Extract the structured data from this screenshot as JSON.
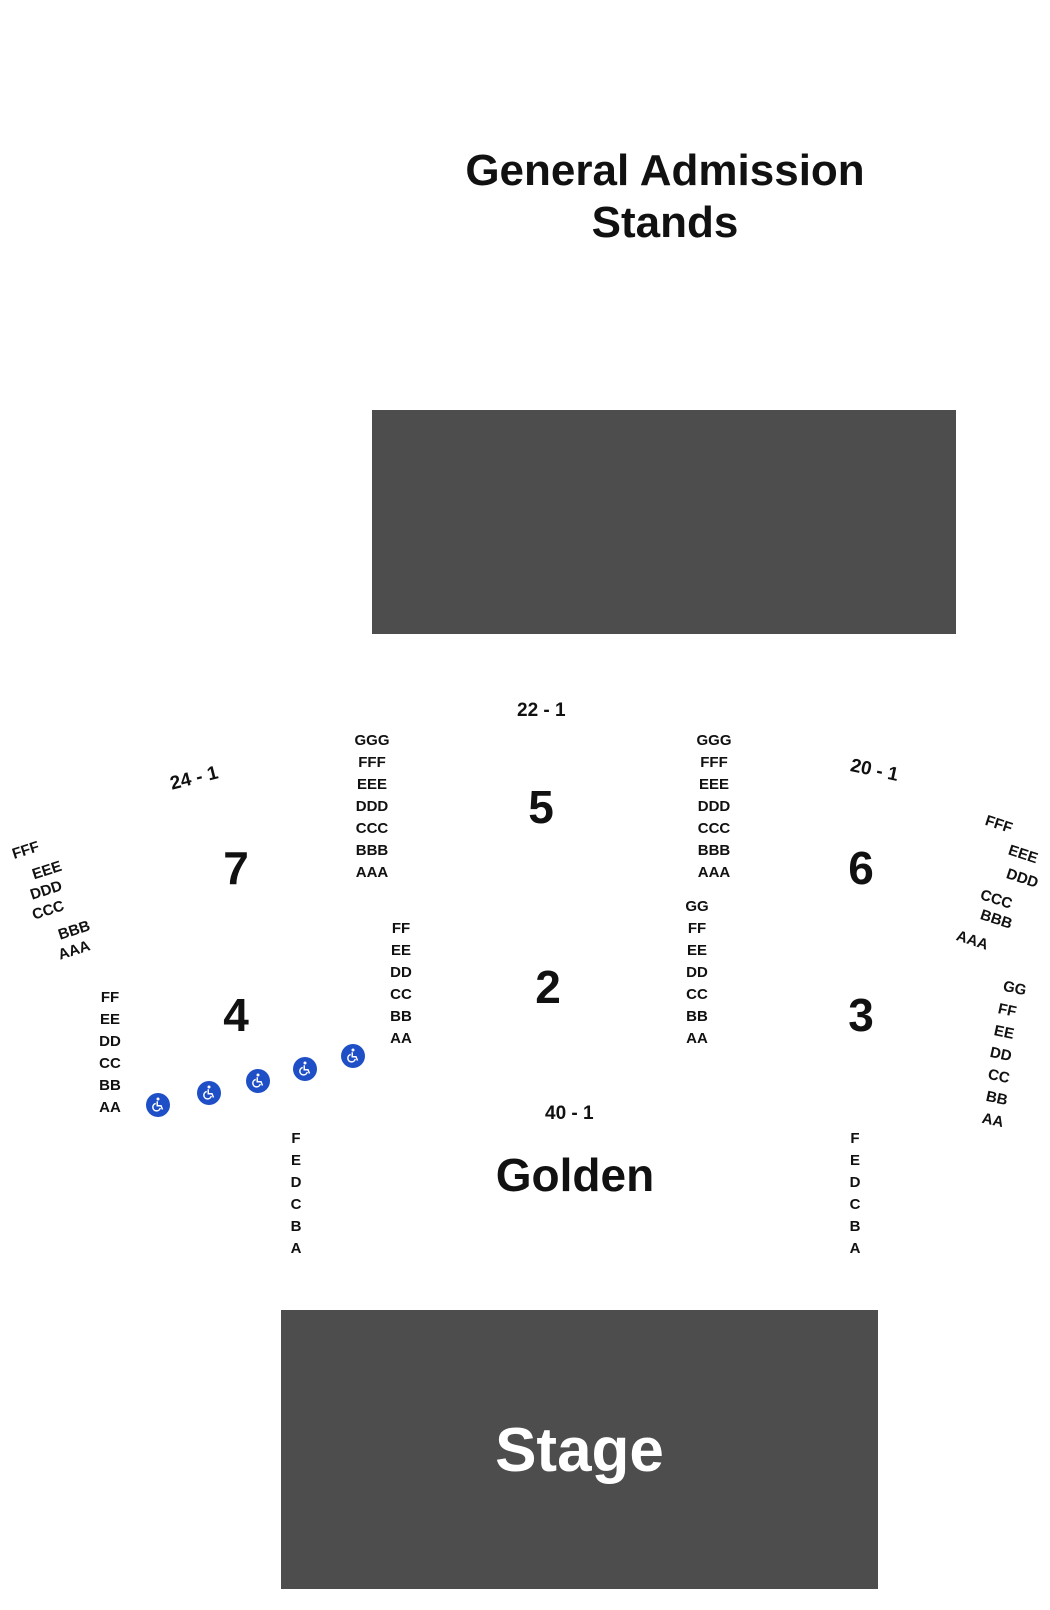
{
  "header": {
    "title_line1": "General Admission",
    "title_line2": "Stands"
  },
  "stage": {
    "label": "Stage",
    "color": "#4d4d4d"
  },
  "floor": {
    "label": "Golden"
  },
  "sections": {
    "s2": "2",
    "s3": "3",
    "s4": "4",
    "s5": "5",
    "s6": "6",
    "s7": "7"
  },
  "seat_ranges": {
    "r5": "22 - 1",
    "r7": "24 - 1",
    "r6": "20 - 1",
    "r2": "40 - 1"
  },
  "rows": {
    "s5_left": [
      "GGG",
      "FFF",
      "EEE",
      "DDD",
      "CCC",
      "BBB",
      "AAA"
    ],
    "s5_right": [
      "GGG",
      "FFF",
      "EEE",
      "DDD",
      "CCC",
      "BBB",
      "AAA"
    ],
    "s2_left": [
      "FF",
      "EE",
      "DD",
      "CC",
      "BB",
      "AA"
    ],
    "s2_right": [
      "GG",
      "FF",
      "EE",
      "DD",
      "CC",
      "BB",
      "AA"
    ],
    "s4_left": [
      "FF",
      "EE",
      "DD",
      "CC",
      "BB",
      "AA"
    ],
    "floor_left": [
      "F",
      "E",
      "D",
      "C",
      "B",
      "A"
    ],
    "floor_right": [
      "F",
      "E",
      "D",
      "C",
      "B",
      "A"
    ],
    "s7_left": [
      "FFF",
      "EEE",
      "DDD",
      "CCC",
      "BBB",
      "AAA"
    ],
    "s6_right": [
      "FFF",
      "EEE",
      "DDD",
      "CCC",
      "BBB",
      "AAA"
    ],
    "s3_right": [
      "GG",
      "FF",
      "EE",
      "DD",
      "CC",
      "BB",
      "AA"
    ]
  },
  "accessibility": {
    "icon": "wheelchair-icon",
    "color": "#1f4fc6"
  }
}
